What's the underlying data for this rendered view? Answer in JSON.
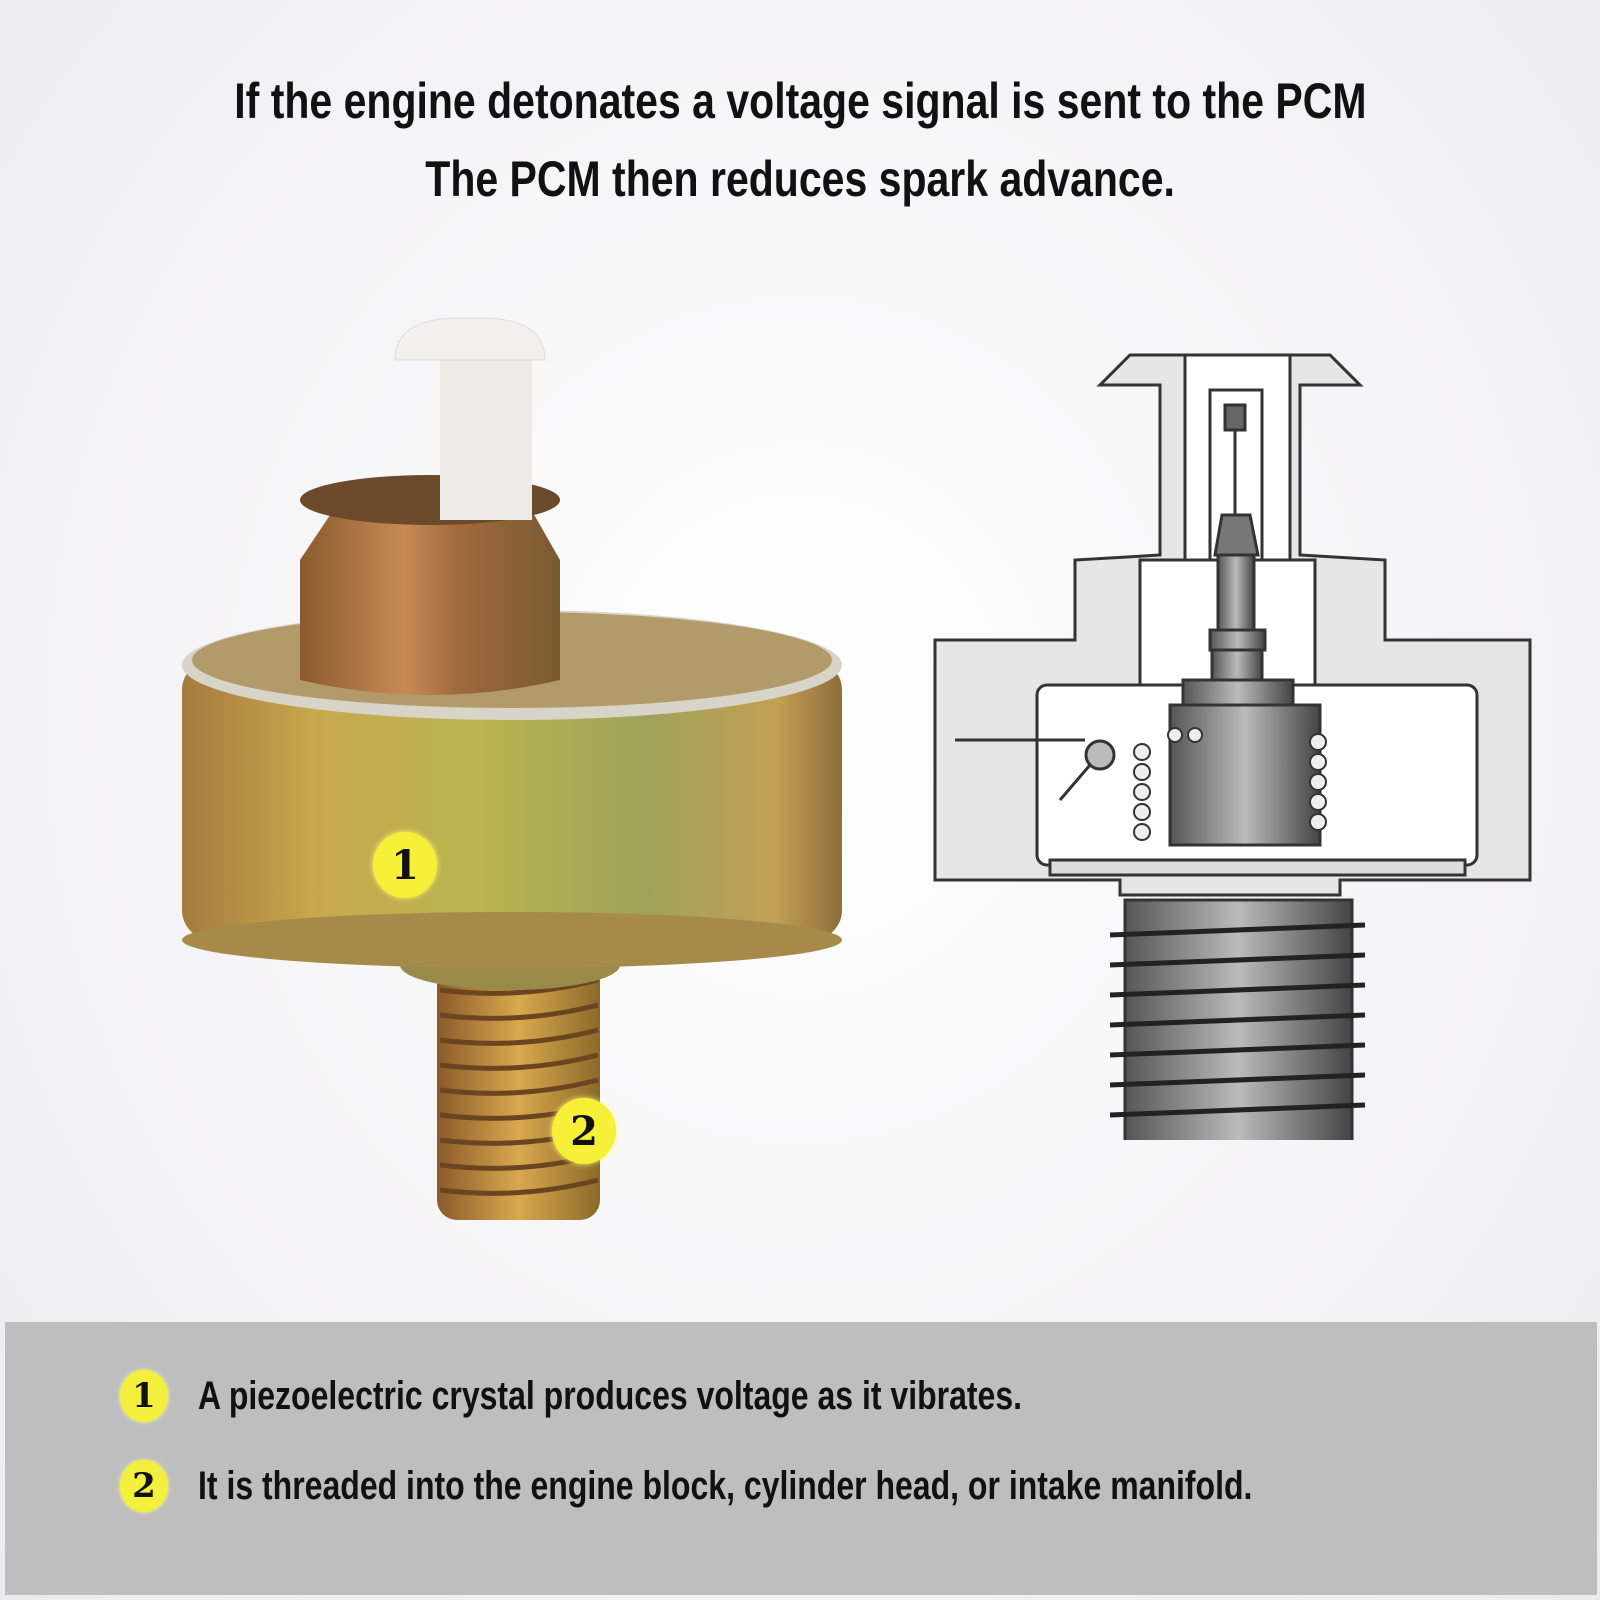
{
  "headline": {
    "line1": "If the engine detonates a voltage signal is sent to the PCM",
    "line2": "The PCM then reduces spark advance."
  },
  "photo": {
    "callouts": [
      "1",
      "2"
    ]
  },
  "legend": {
    "items": [
      {
        "number": "1",
        "text": "A piezoelectric crystal produces voltage as it vibrates."
      },
      {
        "number": "2",
        "text": "It is threaded into the engine block, cylinder head, or intake manifold."
      }
    ]
  },
  "colors": {
    "badge": "#f4ee3c",
    "panel": "#bebebe",
    "text": "#111111"
  }
}
